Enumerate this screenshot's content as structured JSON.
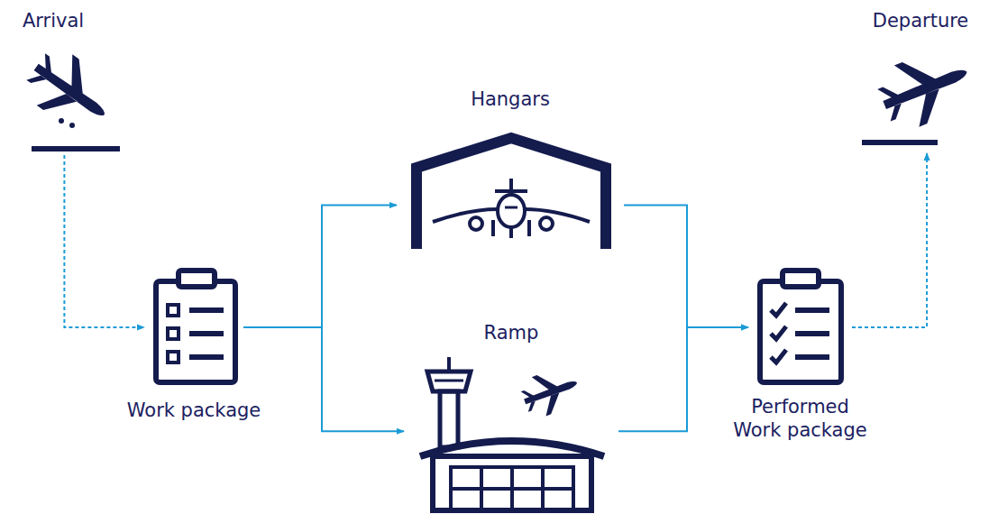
{
  "diagram": {
    "nodes": [
      {
        "text": [
          "Arrival"
        ]
      },
      {
        "text": [
          "Work package"
        ]
      },
      {
        "text": [
          "Hangars"
        ]
      },
      {
        "text": [
          "Ramp"
        ]
      },
      {
        "text": [
          "Performed Work package"
        ]
      },
      {
        "text": [
          "Departure"
        ]
      }
    ],
    "edges": [
      {
        "from": 0,
        "to": 1,
        "arrow": "to"
      },
      {
        "from": 1,
        "to": 2,
        "arrow": "to"
      },
      {
        "from": 1,
        "to": 3,
        "arrow": "to"
      },
      {
        "from": 2,
        "to": 4,
        "arrow": "to"
      },
      {
        "from": 3,
        "to": 4,
        "arrow": "to"
      },
      {
        "from": 4,
        "to": 5,
        "arrow": "to"
      }
    ]
  }
}
